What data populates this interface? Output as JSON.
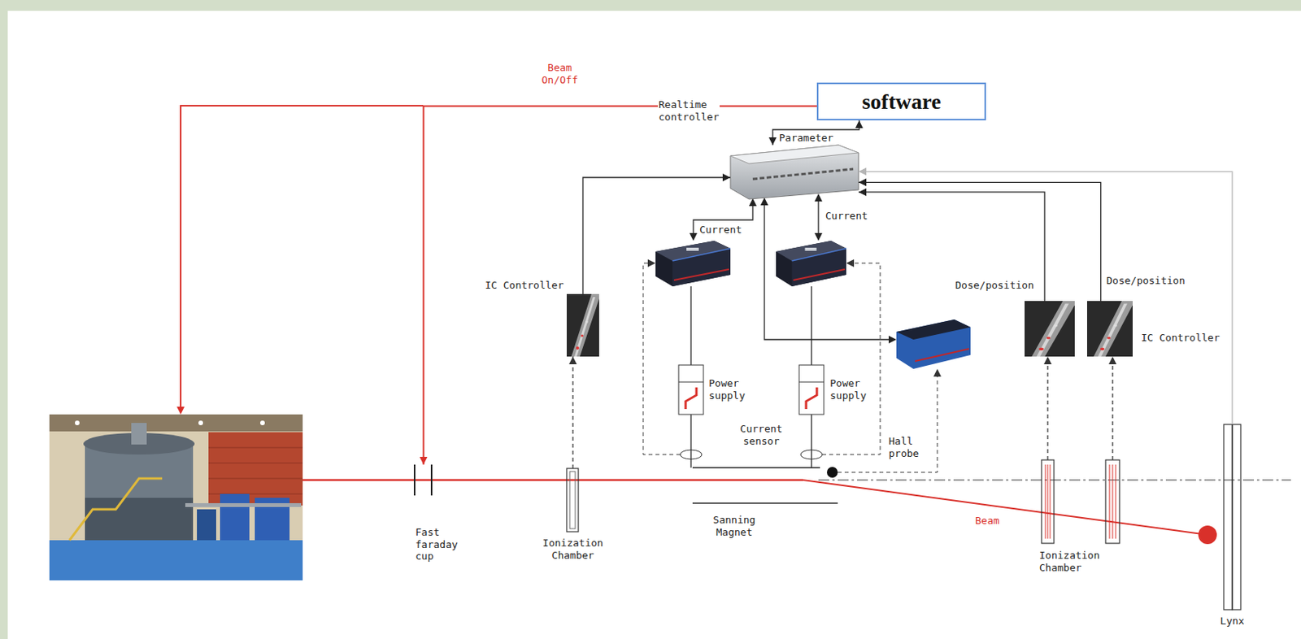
{
  "diagram": {
    "nodes": [
      {
        "text": [
          "software"
        ]
      },
      {
        "text": [
          "Realtime controller"
        ]
      },
      {
        "text": [
          "IC Controller"
        ]
      },
      {
        "text": [
          "Power supply"
        ]
      },
      {
        "text": [
          "Power supply"
        ]
      },
      {
        "text": [
          "Dose/position"
        ]
      },
      {
        "text": [
          "Dose/position",
          "IC Controller"
        ]
      },
      {
        "text": [
          "Fast faraday cup"
        ]
      },
      {
        "text": [
          "Ionization Chamber"
        ]
      },
      {
        "text": [
          "Sanning Magnet"
        ]
      },
      {
        "text": [
          "Ionization Chamber"
        ]
      },
      {
        "text": [
          "Lynx"
        ]
      }
    ],
    "edges": [
      {
        "from": 0,
        "to": 1,
        "label": "Parameter",
        "arrow": "both"
      },
      {
        "from": 0,
        "to": 7,
        "label": "Beam On/Off",
        "arrow": "to"
      },
      {
        "from": 2,
        "to": 1,
        "arrow": "to"
      },
      {
        "from": 5,
        "to": 1,
        "arrow": "to"
      },
      {
        "from": 6,
        "to": 1,
        "arrow": "to"
      },
      {
        "from": 11,
        "to": 1,
        "arrow": "to"
      },
      {
        "from": 8,
        "to": 2,
        "arrow": "to"
      },
      {
        "from": 10,
        "to": 5,
        "arrow": "to"
      },
      {
        "from": 10,
        "to": 6,
        "arrow": "to"
      }
    ],
    "labels": [
      "Current",
      "Current",
      "Current sensor",
      "Hall probe",
      "Beam"
    ]
  }
}
